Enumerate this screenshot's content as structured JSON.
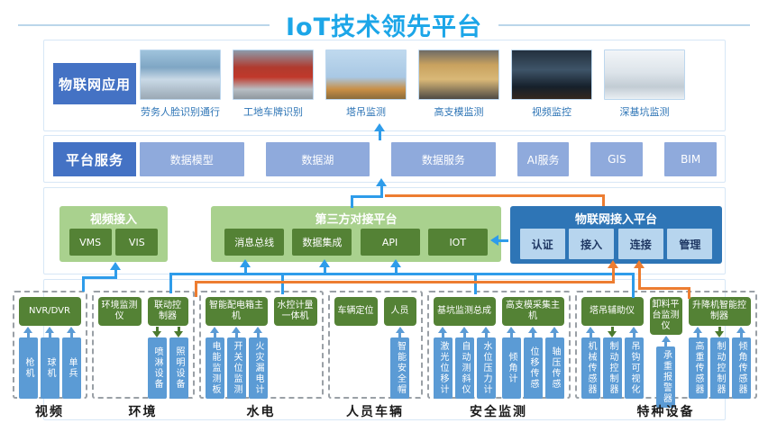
{
  "title": "IoT技术领先平台",
  "colors": {
    "title_blue": "#1CA6E8",
    "band_label_blue": "#4472C4",
    "service_box_blue": "#8FAADC",
    "panel_light_green": "#A9D18E",
    "box_dark_green": "#548235",
    "iot_panel_blue": "#2E75B6",
    "iot_chip_blue": "#B7D5EE",
    "device_blue": "#5B9BD5",
    "connector_blue": "#2E9CEA",
    "connector_orange": "#ED7D31",
    "caption_blue": "#2E75B6"
  },
  "applications": {
    "label": "物联网应用",
    "items": [
      {
        "caption": "劳务人脸识别通行"
      },
      {
        "caption": "工地车牌识别"
      },
      {
        "caption": "塔吊监测"
      },
      {
        "caption": "高支模监测"
      },
      {
        "caption": "视频监控"
      },
      {
        "caption": "深基坑监测"
      }
    ]
  },
  "services": {
    "label": "平台服务",
    "items": [
      "数据模型",
      "数据湖",
      "数据服务",
      "AI服务",
      "GIS",
      "BIM"
    ]
  },
  "access": {
    "video": {
      "title": "视频接入",
      "items": [
        "VMS",
        "VIS"
      ]
    },
    "third_party": {
      "title": "第三方对接平台",
      "items": [
        "消息总线",
        "数据集成",
        "API",
        "IOT"
      ]
    },
    "iot": {
      "title": "物联网接入平台",
      "items": [
        "认证",
        "接入",
        "连接",
        "管理"
      ]
    }
  },
  "devices": {
    "groups": [
      {
        "key": "video",
        "label": "视频",
        "subgroups": [
          {
            "header": "NVR/DVR",
            "children": [
              {
                "name": "枪机",
                "arrow": "up"
              },
              {
                "name": "球机",
                "arrow": "up"
              },
              {
                "name": "单兵",
                "arrow": "up"
              }
            ]
          }
        ]
      },
      {
        "key": "env",
        "label": "环境",
        "subgroups": [
          {
            "header": "环境监测仪",
            "children": []
          },
          {
            "header": "联动控制器",
            "children": [
              {
                "name": "喷淋设备",
                "arrow": "down"
              },
              {
                "name": "照明设备",
                "arrow": "down"
              }
            ]
          }
        ]
      },
      {
        "key": "power",
        "label": "水电",
        "subgroups": [
          {
            "header": "智能配电箱主机",
            "children": [
              {
                "name": "电能监测板",
                "arrow": "up"
              },
              {
                "name": "开关位监测",
                "arrow": "up"
              },
              {
                "name": "火灾漏电计",
                "arrow": "up"
              }
            ]
          },
          {
            "header": "水控计量一体机",
            "children": []
          }
        ]
      },
      {
        "key": "people",
        "label": "人员车辆",
        "subgroups": [
          {
            "header": "车辆定位",
            "children": []
          },
          {
            "header": "人员",
            "children": [
              {
                "name": "智能安全帽",
                "arrow": "up"
              }
            ]
          }
        ]
      },
      {
        "key": "safety",
        "label": "安全监测",
        "subgroups": [
          {
            "header": "基坑监测总成",
            "children": [
              {
                "name": "激光位移计",
                "arrow": "up"
              },
              {
                "name": "自动测斜仪",
                "arrow": "up"
              },
              {
                "name": "水位压力计",
                "arrow": "up"
              }
            ]
          },
          {
            "header": "高支模采集主机",
            "children": [
              {
                "name": "倾角计",
                "arrow": "up"
              },
              {
                "name": "位移传感",
                "arrow": "up"
              },
              {
                "name": "轴压传感",
                "arrow": "up"
              }
            ]
          }
        ]
      },
      {
        "key": "special",
        "label": "特种设备",
        "subgroups": [
          {
            "header": "塔吊辅助仪",
            "children": [
              {
                "name": "机械传感器",
                "arrow": "up"
              },
              {
                "name": "制动控制器",
                "arrow": "down"
              },
              {
                "name": "吊钩可视化",
                "arrow": "up"
              }
            ]
          },
          {
            "header": "卸料平台监测仪",
            "children": [
              {
                "name": "承重报警器",
                "arrow": "up"
              }
            ]
          },
          {
            "header": "升降机智能控制器",
            "children": [
              {
                "name": "高重传感器",
                "arrow": "up"
              },
              {
                "name": "制动控制器",
                "arrow": "down"
              },
              {
                "name": "倾角传感器",
                "arrow": "up"
              }
            ]
          }
        ]
      }
    ]
  }
}
